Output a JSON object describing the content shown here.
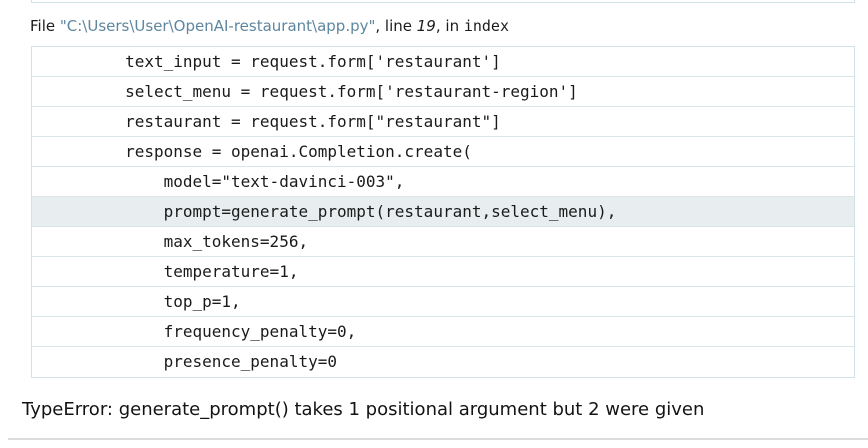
{
  "frame_header": {
    "prefix": "File ",
    "filename": "\"C:\\Users\\User\\OpenAI-restaurant\\app.py\"",
    "line_label": ", line ",
    "line_number": "19",
    "in_label": ", in ",
    "function_name": "index"
  },
  "source": {
    "current_line_index": 5,
    "code_lines": [
      {
        "text": "        text_input = request.form['restaurant']"
      },
      {
        "text": "        select_menu = request.form['restaurant-region']"
      },
      {
        "text": "        restaurant = request.form[\"restaurant\"]"
      },
      {
        "text": "        response = openai.Completion.create("
      },
      {
        "text": "            model=\"text-davinci-003\","
      },
      {
        "text": "            prompt=generate_prompt(restaurant,select_menu),"
      },
      {
        "text": "            max_tokens=256,"
      },
      {
        "text": "            temperature=1,"
      },
      {
        "text": "            top_p=1,"
      },
      {
        "text": "            frequency_penalty=0,"
      },
      {
        "text": "            presence_penalty=0"
      }
    ]
  },
  "error": {
    "message": "TypeError: generate_prompt() takes 1 positional argument but 2 were given"
  },
  "colors": {
    "filename_text": "#5e86a0",
    "row_border": "#d3e2e8",
    "current_line_bg": "#e8eef0",
    "code_text": "#1a1a1a",
    "error_text": "#131313"
  }
}
